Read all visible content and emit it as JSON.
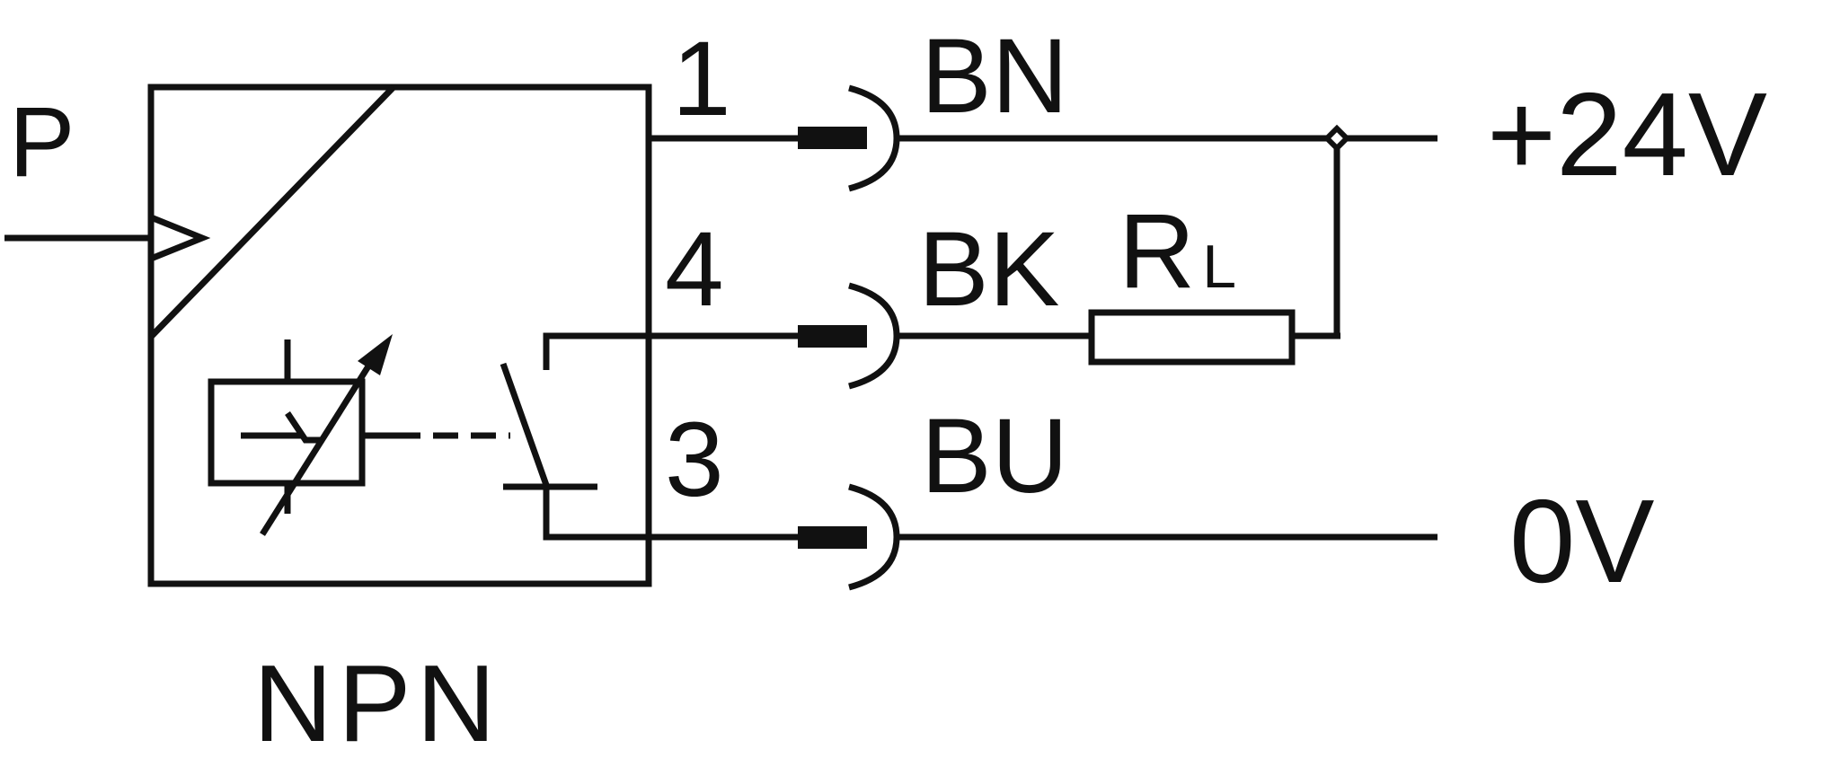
{
  "labels": {
    "pressure_input": "P",
    "sensor_type": "NPN",
    "supply_voltage": "+24V",
    "ground_voltage": "0V",
    "load_resistor": "R",
    "load_resistor_subscript": "L"
  },
  "pins": [
    {
      "number": "1",
      "wire_color": "BN"
    },
    {
      "number": "4",
      "wire_color": "BK"
    },
    {
      "number": "3",
      "wire_color": "BU"
    }
  ]
}
